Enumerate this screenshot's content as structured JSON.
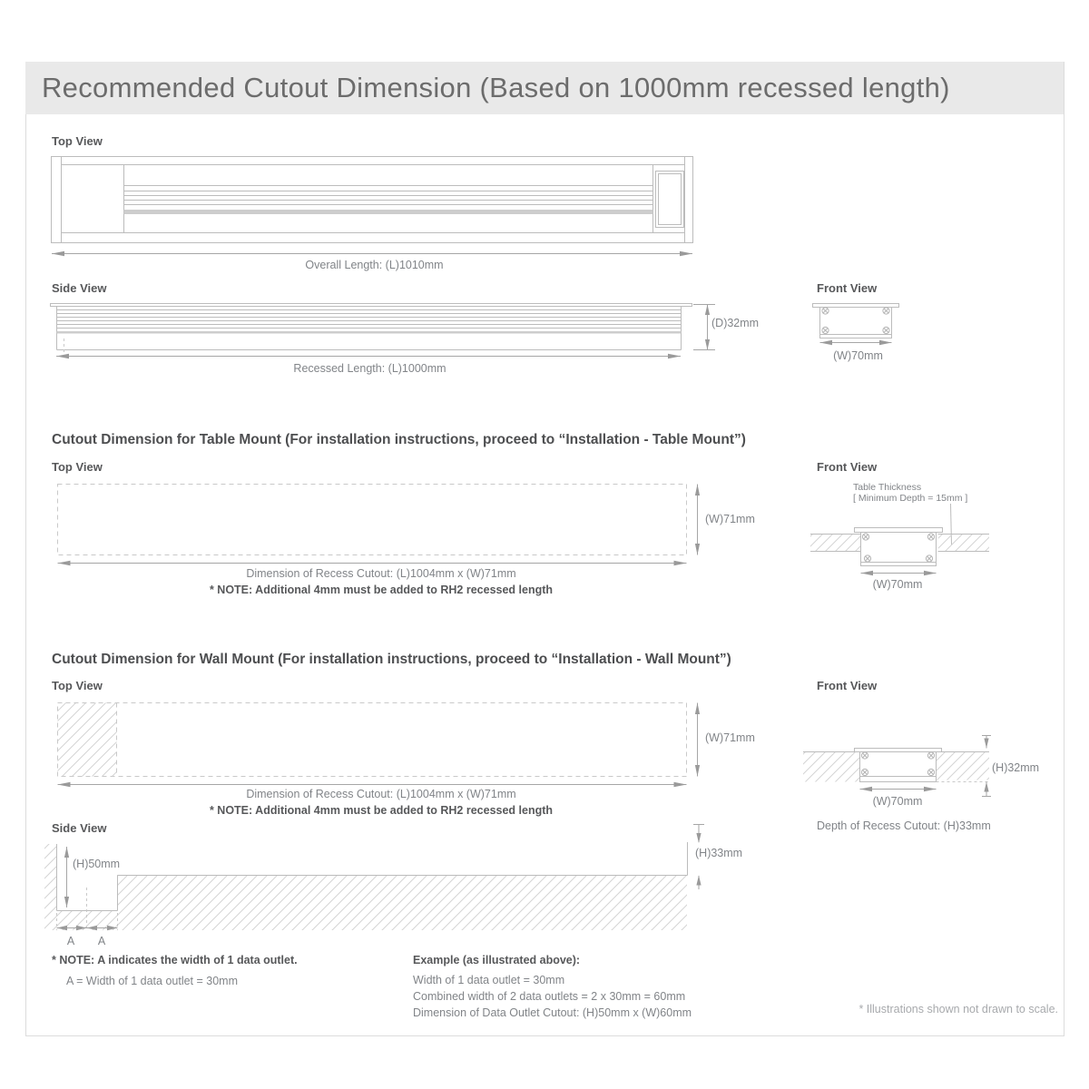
{
  "header": {
    "title": "Recommended Cutout Dimension (Based on 1000mm recessed length)"
  },
  "overall_section": {
    "top_view_label": "Top View",
    "side_view_label": "Side View",
    "front_view_label": "Front View",
    "overall_length_label": "Overall Length: (L)1010mm",
    "recessed_length_label": "Recessed Length: (L)1000mm",
    "depth_label": "(D)32mm",
    "front_width_label": "(W)70mm"
  },
  "table_mount_section": {
    "heading": "Cutout Dimension for Table Mount (For installation instructions, proceed to “Installation - Table Mount”)",
    "top_view_label": "Top View",
    "front_view_label": "Front View",
    "cutout_width_label": "(W)71mm",
    "cutout_dimension_label": "Dimension of Recess Cutout: (L)1004mm x (W)71mm",
    "note": "* NOTE: Additional 4mm must be added to RH2 recessed length",
    "table_thickness_line1": "Table Thickness",
    "table_thickness_line2": "[ Minimum Depth = 15mm ]",
    "front_width_label": "(W)70mm"
  },
  "wall_mount_section": {
    "heading": "Cutout Dimension for Wall Mount (For installation instructions, proceed to “Installation - Wall Mount”)",
    "top_view_label": "Top View",
    "front_view_label": "Front View",
    "side_view_label": "Side View",
    "cutout_width_label": "(W)71mm",
    "cutout_dimension_label": "Dimension of Recess Cutout: (L)1004mm x (W)71mm",
    "note": "* NOTE: Additional 4mm must be added to RH2 recessed length",
    "front_height_label": "(H)32mm",
    "front_width_label": "(W)70mm",
    "front_depth_label": "Depth of Recess Cutout: (H)33mm",
    "side_height_left_label": "(H)50mm",
    "side_height_right_label": "(H)33mm",
    "outlet_width_label_1": "A",
    "outlet_width_label_2": "A",
    "note_outlet_bold": "* NOTE: A indicates the width of 1 data outlet.",
    "note_outlet": "A = Width of 1 data outlet = 30mm",
    "example_heading": "Example (as illustrated above):",
    "example_line1": "Width of 1 data outlet = 30mm",
    "example_line2": "Combined width of 2 data outlets = 2 x 30mm = 60mm",
    "example_line3": "Dimension of Data Outlet Cutout: (H)50mm x (W)60mm"
  },
  "footer": {
    "footnote": "* Illustrations shown not drawn to scale."
  },
  "colors": {
    "accent_band": "#e9e9e9",
    "line": "#bcbcbc",
    "dim_line": "#a6a6a6",
    "text_dark": "#57585a",
    "text_dim": "#818488",
    "footnote": "#a8aaad"
  }
}
